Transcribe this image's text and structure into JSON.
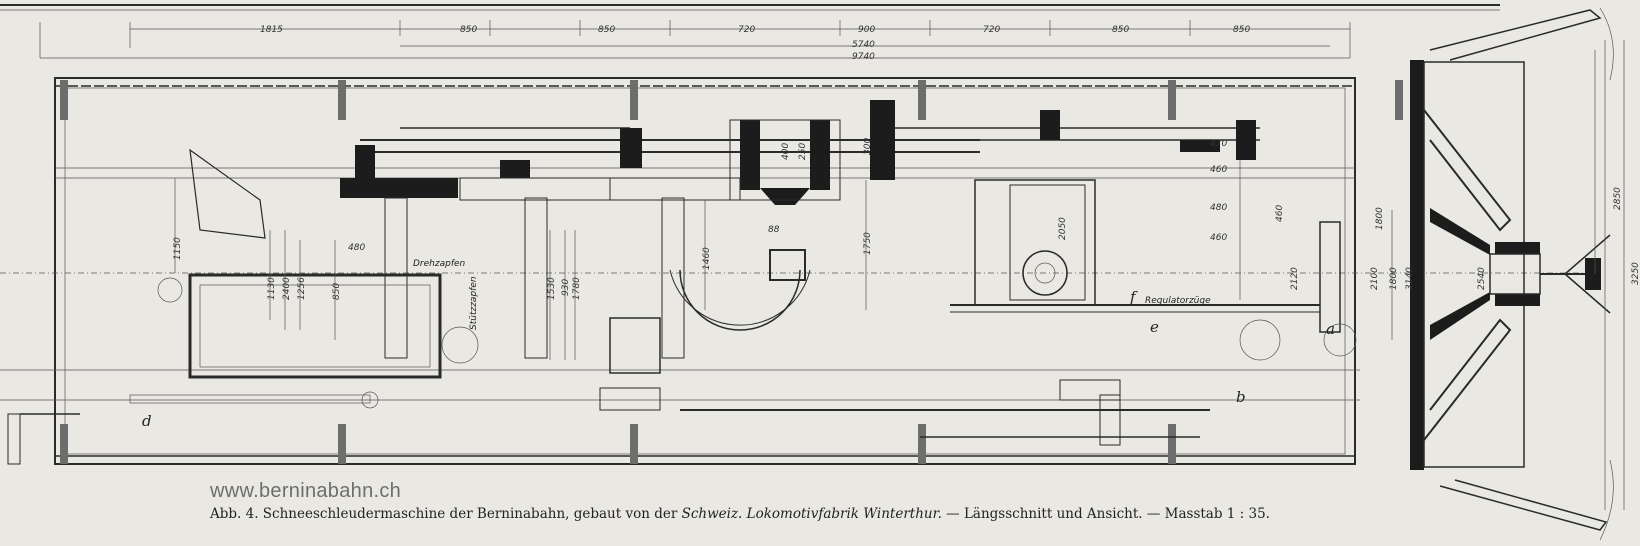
{
  "dimensions": {
    "top_row": [
      "1815",
      "850",
      "850",
      "720",
      "900",
      "720",
      "850",
      "850"
    ],
    "total_5740": "5740",
    "total_9740": "9740",
    "vertical_left": [
      "1150",
      "1130",
      "2400",
      "1256",
      "850"
    ],
    "vertical_mid": [
      "1530",
      "930",
      "1780",
      "1460",
      "1750",
      "2050"
    ],
    "vertical_right": [
      "2850",
      "3250",
      "2120",
      "2100",
      "1800",
      "3140",
      "2540",
      "1800"
    ],
    "horizontal_small": [
      "480",
      "88",
      "400",
      "250",
      "300",
      "470",
      "460",
      "480",
      "460",
      "460"
    ]
  },
  "labels": {
    "drehzapfen": "Drehzapfen",
    "stuetzzapfen": "Stützzapfen",
    "regulatorzuege": "Regulatorzüge",
    "letter_f": "f",
    "letter_e": "e",
    "letter_a": "a",
    "letter_b": "b",
    "letter_d": "d"
  },
  "watermark": "www.berninabahn.ch",
  "caption": {
    "part1": "Abb. 4.  Schneeschleudermaschine der Berninabahn, gebaut von der ",
    "italic": "Schweiz. Lokomotivfabrik Winterthur.",
    "part2": " — Längsschnitt und Ansicht. — Masstab 1 : 35."
  }
}
